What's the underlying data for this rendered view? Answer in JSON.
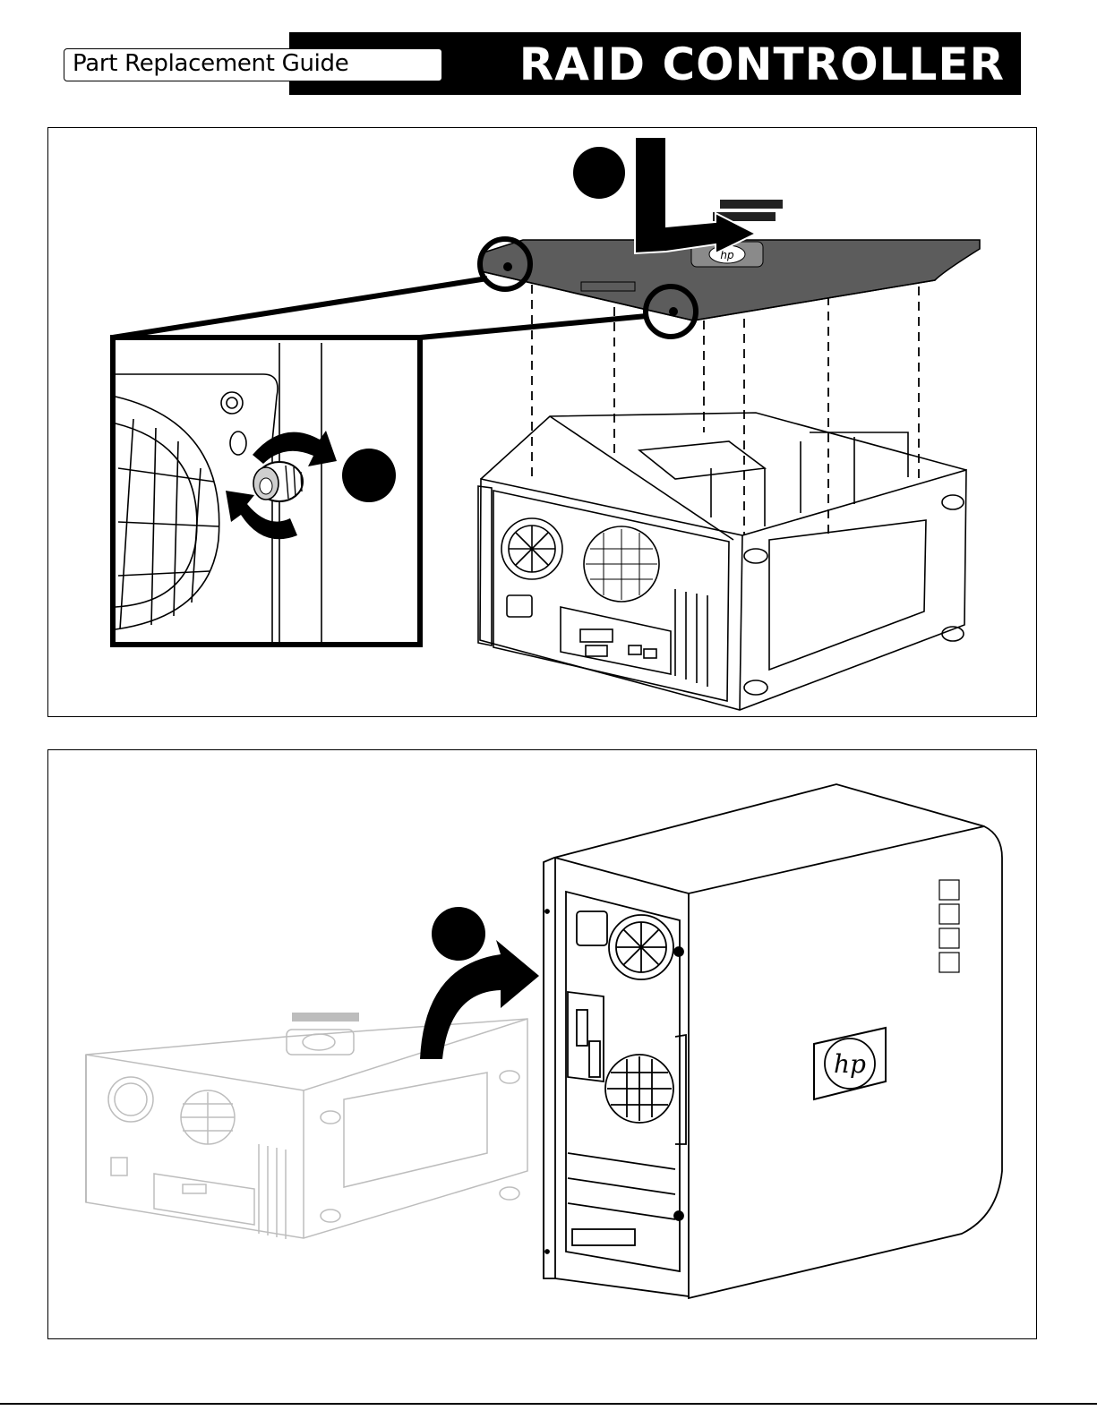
{
  "header": {
    "guide_label": "Part Replacement Guide",
    "title": "RAID CONTROLLER"
  },
  "icons": {
    "step_marker": "filled-circle",
    "rotate": "rotate-arrows-icon",
    "lift": "lift-arrow-icon",
    "turn": "turn-arrow-icon",
    "brand": "hp-logo-icon"
  },
  "colors": {
    "ink": "#000000",
    "cover": "#5c5c5c",
    "faded": "#bdbdbd",
    "paper": "#ffffff"
  }
}
